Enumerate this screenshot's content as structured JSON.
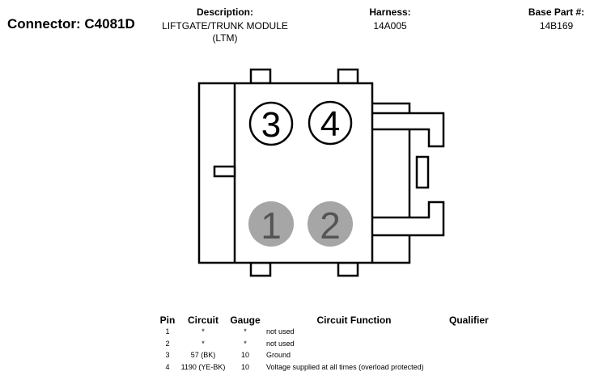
{
  "header": {
    "connector": "Connector: C4081D",
    "description_label": "Description:",
    "description_line1": "LIFTGATE/TRUNK MODULE",
    "description_line2": "(LTM)",
    "harness_label": "Harness:",
    "harness_value": "14A005",
    "base_part_label": "Base Part #:",
    "base_part_value": "14B169"
  },
  "connector_pins": [
    {
      "number": "3",
      "style": "outlined"
    },
    {
      "number": "4",
      "style": "outlined"
    },
    {
      "number": "1",
      "style": "filled"
    },
    {
      "number": "2",
      "style": "filled"
    }
  ],
  "colors": {
    "filled_pin": "#a6a6a6",
    "filled_pin_text": "#555555",
    "line": "#000000"
  },
  "table": {
    "headers": {
      "pin": "Pin",
      "circuit": "Circuit",
      "gauge": "Gauge",
      "function": "Circuit Function",
      "qualifier": "Qualifier"
    },
    "rows": [
      {
        "pin": "1",
        "circuit": "*",
        "gauge": "*",
        "function": "not used",
        "qualifier": ""
      },
      {
        "pin": "2",
        "circuit": "*",
        "gauge": "*",
        "function": "not used",
        "qualifier": ""
      },
      {
        "pin": "3",
        "circuit": "57 (BK)",
        "gauge": "10",
        "function": "Ground",
        "qualifier": ""
      },
      {
        "pin": "4",
        "circuit": "1190 (YE-BK)",
        "gauge": "10",
        "function": "Voltage supplied at all times (overload protected)",
        "qualifier": ""
      }
    ]
  }
}
